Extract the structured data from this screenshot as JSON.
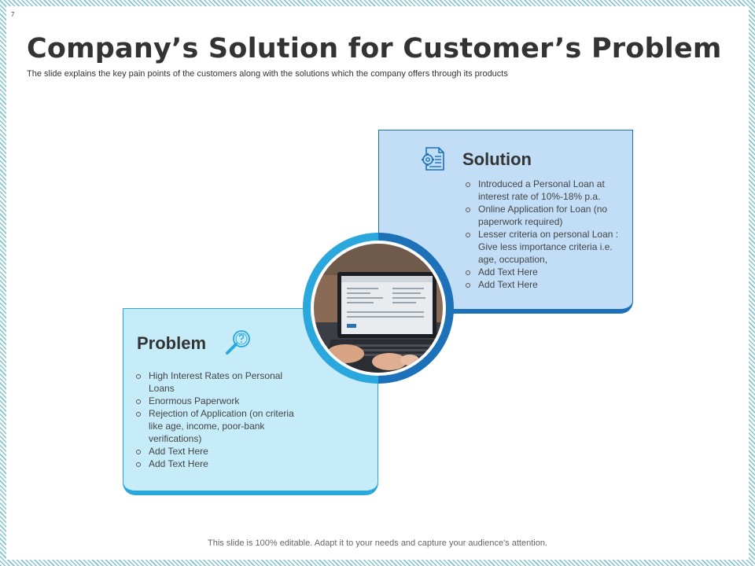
{
  "page_number": "7",
  "title": "Company’s Solution for Customer’s Problem",
  "subtitle": "The slide explains the key pain points of the customers along with the solutions which the company offers through its products",
  "solution": {
    "heading": "Solution",
    "icon": "document-gear-icon",
    "points": [
      "Introduced a Personal Loan at interest rate of 10%-18% p.a.",
      "Online Application for Loan (no paperwork  required)",
      "Lesser criteria on personal Loan : Give less importance criteria i.e. age, occupation,",
      "Add Text Here",
      "Add Text Here"
    ]
  },
  "problem": {
    "heading": "Problem",
    "icon": "magnifier-question-icon",
    "points": [
      "High Interest Rates on Personal Loans",
      "Enormous Paperwork",
      "Rejection of Application (on criteria like age, income, poor-bank verifications)",
      "Add Text Here",
      "Add Text Here"
    ]
  },
  "footer": "This slide is 100% editable. Adapt it to your needs and capture your audience's attention.",
  "colors": {
    "solution_accent": "#1d71b8",
    "problem_accent": "#2aa7dc",
    "solution_fill": "#c2def7",
    "problem_fill": "#c6ecf9"
  }
}
